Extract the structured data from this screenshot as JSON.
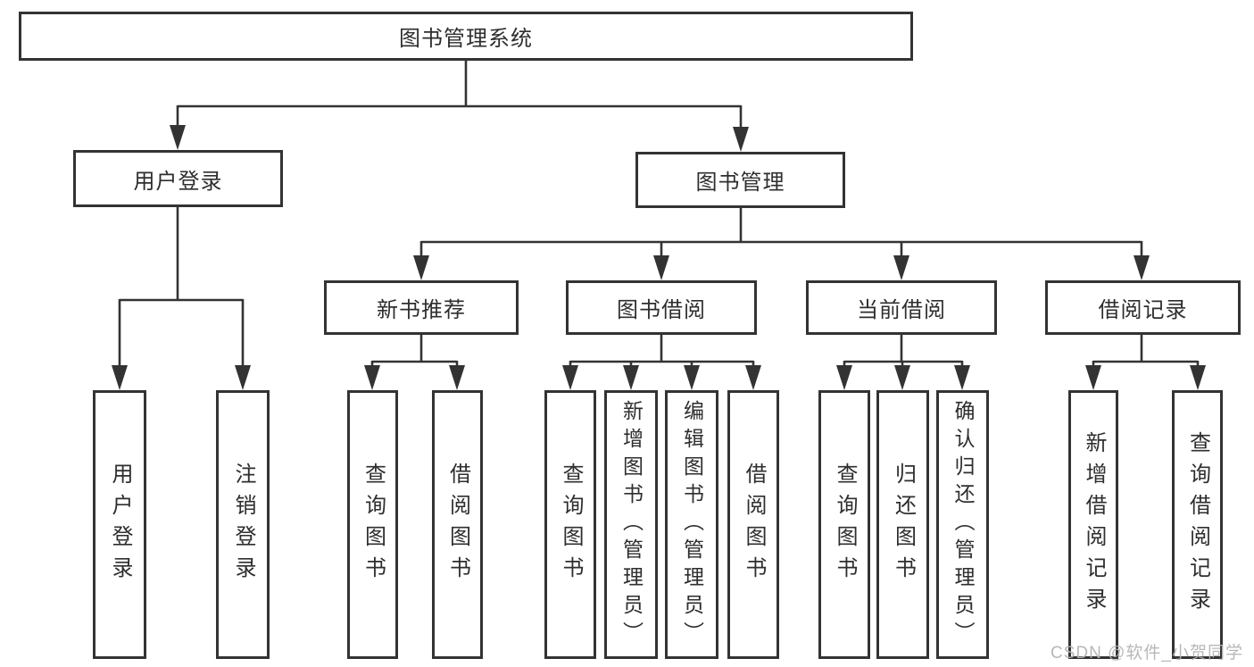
{
  "diagram_title": "图书管理系统",
  "colors": {
    "line": "#333333",
    "box_border": "#333333",
    "text": "#2e2e2e",
    "background": "#ffffff",
    "watermark": "#b2b2b2"
  },
  "tree": {
    "root": {
      "label": "图书管理系统"
    },
    "branches": [
      {
        "label": "用户登录",
        "children": [
          {
            "label": "用户登录"
          },
          {
            "label": "注销登录"
          }
        ]
      },
      {
        "label": "图书管理",
        "children": [
          {
            "label": "新书推荐",
            "children": [
              {
                "label": "查询图书"
              },
              {
                "label": "借阅图书"
              }
            ]
          },
          {
            "label": "图书借阅",
            "children": [
              {
                "label": "查询图书"
              },
              {
                "label": "新增图书（管理员）"
              },
              {
                "label": "编辑图书（管理员）"
              },
              {
                "label": "借阅图书"
              }
            ]
          },
          {
            "label": "当前借阅",
            "children": [
              {
                "label": "查询图书"
              },
              {
                "label": "归还图书"
              },
              {
                "label": "确认归还（管理员）"
              }
            ]
          },
          {
            "label": "借阅记录",
            "children": [
              {
                "label": "新增借阅记录"
              },
              {
                "label": "查询借阅记录"
              }
            ]
          }
        ]
      }
    ]
  },
  "watermark": {
    "text": "CSDN @软件_小贺同学"
  }
}
